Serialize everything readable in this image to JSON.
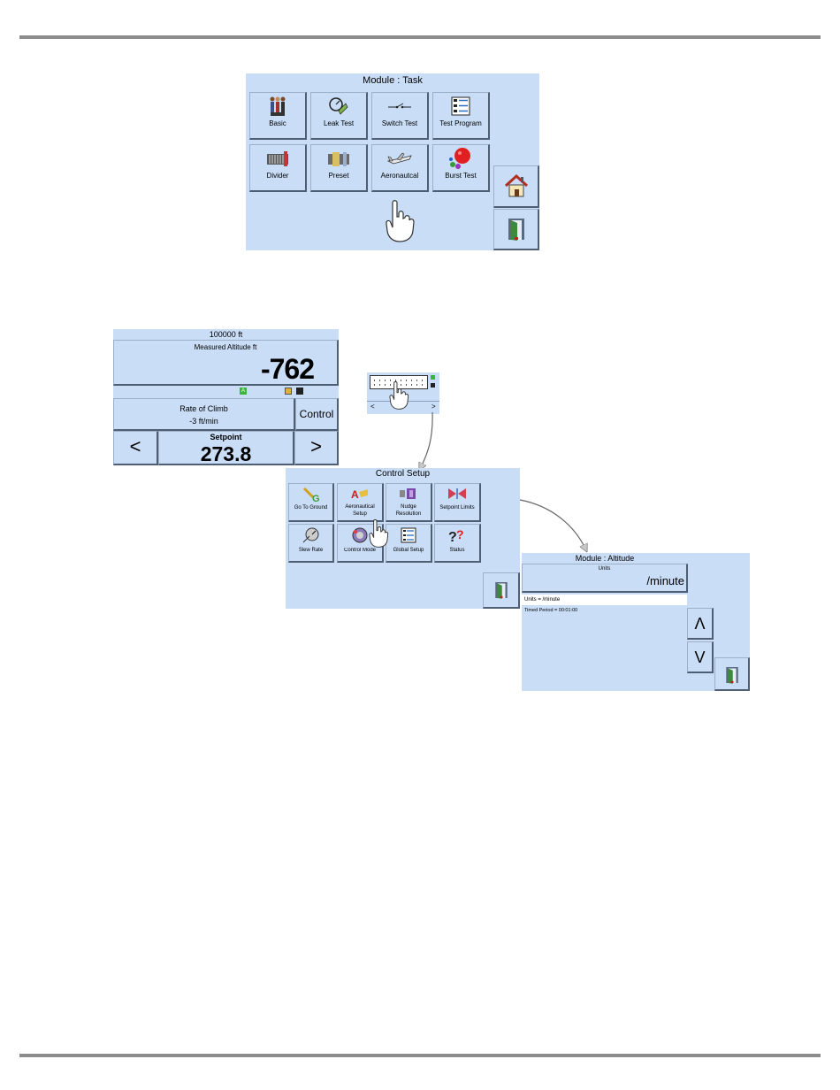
{
  "task_screen": {
    "title": "Module : Task",
    "tiles": [
      {
        "label": "Basic",
        "icon": "people-icon"
      },
      {
        "label": "Leak Test",
        "icon": "leak-test-icon"
      },
      {
        "label": "Switch Test",
        "icon": "switch-icon"
      },
      {
        "label": "Test Program",
        "icon": "checklist-icon"
      },
      {
        "label": "Divider",
        "icon": "divider-icon"
      },
      {
        "label": "Preset",
        "icon": "preset-icon"
      },
      {
        "label": "Aeronautcal",
        "icon": "aircraft-icon"
      },
      {
        "label": "Burst Test",
        "icon": "burst-balloon-icon"
      }
    ],
    "side_buttons": [
      "home-icon",
      "exit-door-icon"
    ]
  },
  "measure_screen": {
    "top_value": "100000 ft",
    "measured_label": "Measured Altitude ft",
    "measured_value": "-762",
    "status_icons": [
      "status-a-icon",
      "tool-icon",
      "monitor-icon"
    ],
    "status_a": "A",
    "rate_label": "Rate of Climb",
    "rate_value": "-3 ft/min",
    "control_label": "Control",
    "prev_label": "<",
    "next_label": ">",
    "setpoint_label": "Setpoint",
    "setpoint_value": "273.8"
  },
  "keyboard_inset": {
    "left_arrow": "<",
    "right_arrow": ">"
  },
  "control_setup": {
    "title": "Control Setup",
    "tiles": [
      {
        "label": "Go To Ground",
        "icon": "go-to-ground-icon"
      },
      {
        "label": "Aeronautical Setup",
        "icon": "aeronautical-setup-icon"
      },
      {
        "label": "Nudge Resolution",
        "icon": "nudge-icon"
      },
      {
        "label": "Setpoint Limits",
        "icon": "setpoint-limits-icon"
      },
      {
        "label": "Slew Rate",
        "icon": "slew-rate-icon"
      },
      {
        "label": "Control Mode",
        "icon": "control-mode-icon"
      },
      {
        "label": "Global Setup",
        "icon": "global-setup-icon"
      },
      {
        "label": "Status",
        "icon": "status-question-icon"
      }
    ]
  },
  "altitude_screen": {
    "title": "Module : Altitude",
    "units_label": "Units",
    "units_value": "/minute",
    "selected_row": "Units = /minute",
    "row2": "Timed Period = 00:01:00",
    "up_label": "Λ",
    "down_label": "V"
  }
}
